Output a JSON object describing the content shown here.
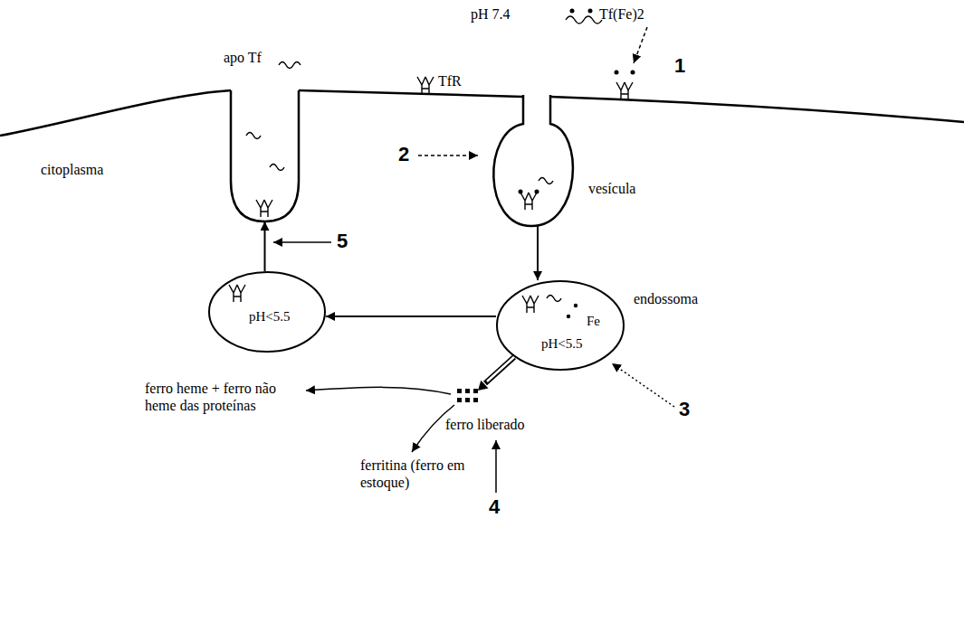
{
  "diagram": {
    "nodes": [
      {
        "text": [
          "apo Tf"
        ]
      },
      {
        "text": [
          "vesícula"
        ]
      },
      {
        "text": [
          "endossoma",
          "Fe",
          "pH<5.5"
        ]
      },
      {
        "text": [
          "pH<5.5"
        ]
      }
    ],
    "edges": [
      {
        "from": 1,
        "to": 2,
        "arrow": "to"
      },
      {
        "from": 2,
        "to": 3,
        "arrow": "to"
      },
      {
        "from": 3,
        "to": 0,
        "arrow": "to"
      }
    ],
    "labels": [
      "pH 7.4",
      "Tf(Fe)2",
      "1",
      "TfR",
      "citoplasma",
      "2",
      "5",
      "3",
      "ferro heme + ferro não heme das proteínas",
      "ferritina (ferro em estoque)",
      "ferro liberado",
      "4"
    ]
  }
}
